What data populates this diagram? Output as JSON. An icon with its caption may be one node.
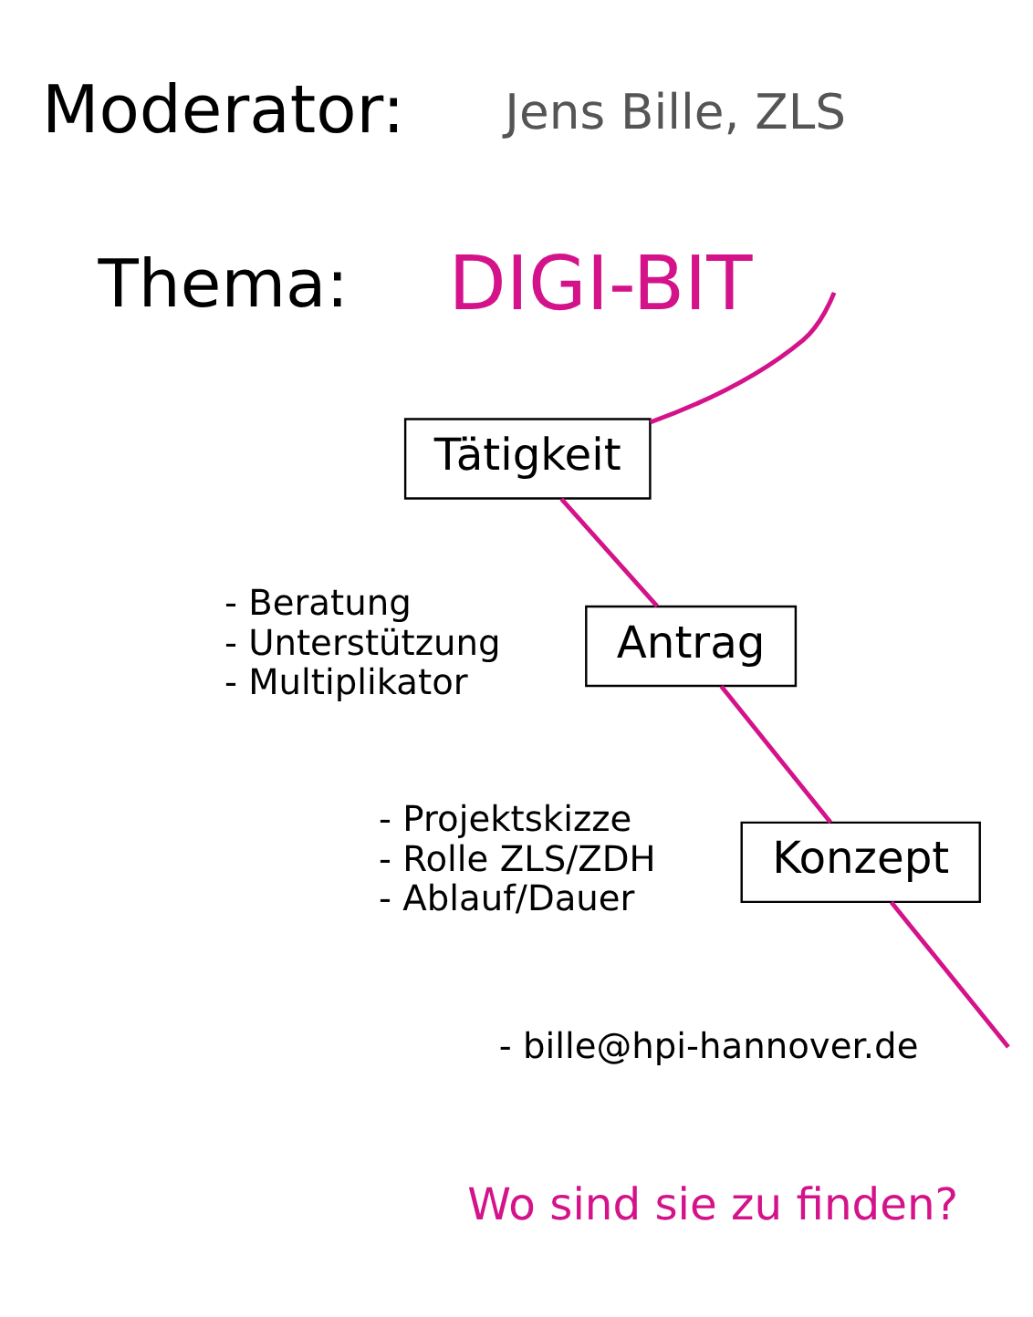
{
  "diagram": {
    "nodes": [
      {
        "text": [
          "Tätigkeit"
        ],
        "beside": [
          "- Beratung",
          "- Unterstützung",
          "- Multiplikator"
        ]
      },
      {
        "text": [
          "Antrag"
        ],
        "beside": [
          "- Projektskizze",
          "- Rolle ZLS/ZDH",
          "- Ablauf/Dauer"
        ]
      },
      {
        "text": [
          "Konzept"
        ],
        "beside": [
          "- bille@hpi-hannover.de"
        ]
      }
    ],
    "edges": [
      {
        "from": null,
        "to": 0,
        "arrow": "none"
      },
      {
        "from": 0,
        "to": 1,
        "arrow": "none"
      },
      {
        "from": 1,
        "to": 2,
        "arrow": "none"
      },
      {
        "from": 2,
        "to": null,
        "arrow": "none"
      }
    ],
    "labels": [
      "Moderator:",
      "Jens Bille, ZLS",
      "Thema:",
      "DIGI-BIT",
      "Wo sind sie zu finden?"
    ]
  }
}
